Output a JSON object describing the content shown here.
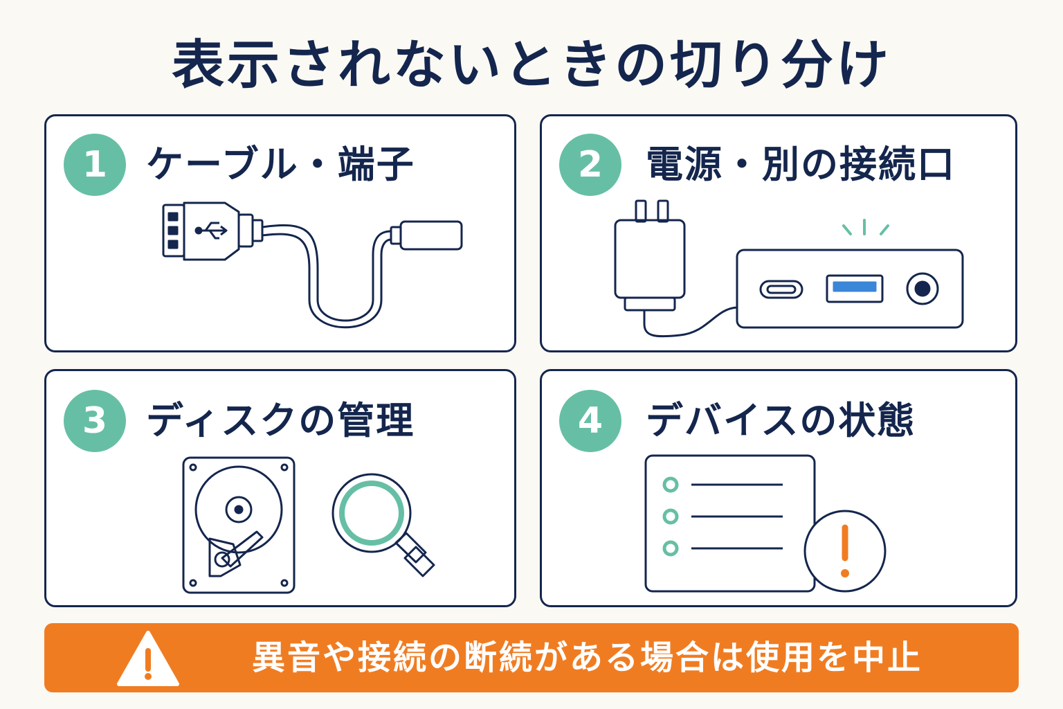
{
  "title": "表示されないときの切り分け",
  "colors": {
    "navy": "#14264d",
    "teal": "#66bfa5",
    "orange": "#f07c22",
    "usb_blue": "#3a86d8",
    "background": "#fbf9f4"
  },
  "cards": [
    {
      "number": "1",
      "label": "ケーブル・端子",
      "icon": "usb-cable-icon"
    },
    {
      "number": "2",
      "label": "電源・別の接続口",
      "icon": "power-adapter-and-ports-icon"
    },
    {
      "number": "3",
      "label": "ディスクの管理",
      "icon": "hard-drive-magnifier-icon"
    },
    {
      "number": "4",
      "label": "デバイスの状態",
      "icon": "device-list-alert-icon"
    }
  ],
  "warning": {
    "icon": "warning-triangle-icon",
    "text": "異音や接続の断続がある場合は使用を中止"
  }
}
